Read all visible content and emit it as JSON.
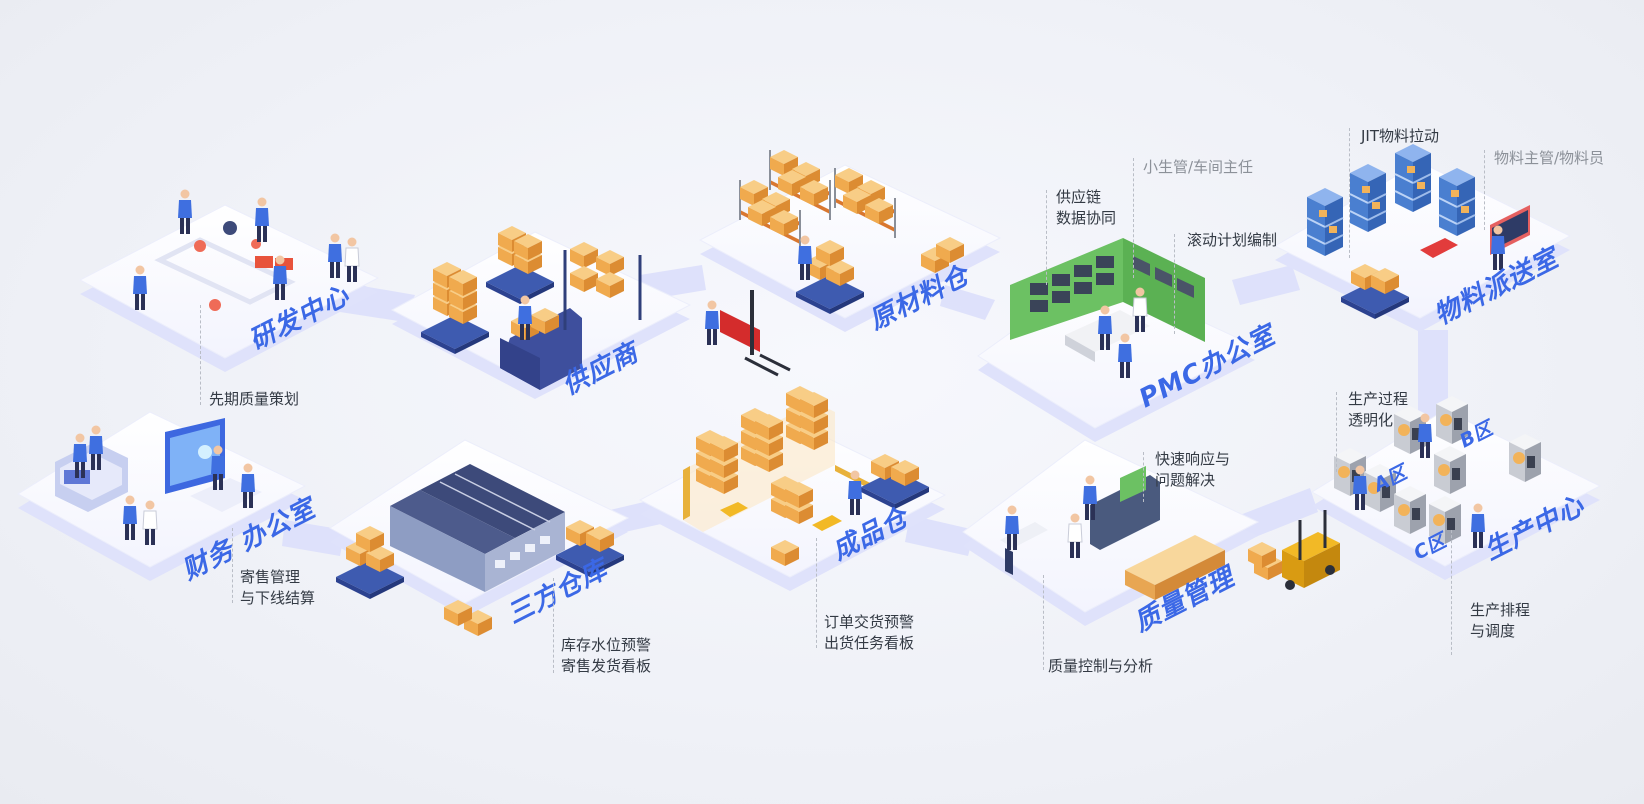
{
  "zones": {
    "rd": {
      "name": "研发中心"
    },
    "supplier": {
      "name": "供应商"
    },
    "raw": {
      "name": "原材料仓"
    },
    "pmc": {
      "name": "PMC办公室"
    },
    "dispatch": {
      "name": "物料派送室"
    },
    "finance": {
      "name": "财务 办公室"
    },
    "third": {
      "name": "三方仓库"
    },
    "finished": {
      "name": "成品仓"
    },
    "quality": {
      "name": "质量管理"
    },
    "production": {
      "name": "生产中心",
      "areas": [
        "A区",
        "B区",
        "C区"
      ]
    }
  },
  "labels": {
    "rd": [
      "先期质量策划"
    ],
    "pmc_supply": [
      "供应链",
      "数据协同"
    ],
    "pmc_manager": [
      "小生管/车间主任"
    ],
    "pmc_plan": [
      "滚动计划编制"
    ],
    "dispatch_jit": [
      "JIT物料拉动"
    ],
    "dispatch_role": [
      "物料主管/物料员"
    ],
    "finance": [
      "寄售管理",
      "与下线结算"
    ],
    "third": [
      "库存水位预警",
      "寄售发货看板"
    ],
    "finished": [
      "订单交货预警",
      "出货任务看板"
    ],
    "quality_fast": [
      "快速响应与",
      "问题解决"
    ],
    "quality_ctrl": [
      "质量控制与分析"
    ],
    "prod_transparent": [
      "生产过程",
      "透明化"
    ],
    "prod_schedule": [
      "生产排程",
      "与调度"
    ]
  },
  "colors": {
    "title": "#3b68e6",
    "platform": "#ffffff",
    "platform_side": "#dfe2fb",
    "connector": "#dcdffb",
    "box": "#f2b35a",
    "shelf_orange": "#d9772f",
    "shelf_blue": "#4a7fd0",
    "pmc_green": "#6cc163",
    "navy": "#3d4a7a"
  }
}
